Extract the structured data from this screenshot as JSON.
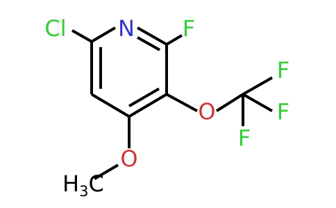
{
  "molecule": {
    "atoms": {
      "n": {
        "label": "N",
        "color": "#3333cc"
      },
      "f_ring": {
        "label": "F",
        "color": "#33cc33"
      },
      "cl": {
        "label": "Cl",
        "color": "#33cc33"
      },
      "o_ether": {
        "label": "O",
        "color": "#cc3333"
      },
      "f1": {
        "label": "F",
        "color": "#33cc33"
      },
      "f2": {
        "label": "F",
        "color": "#33cc33"
      },
      "f3": {
        "label": "F",
        "color": "#33cc33"
      },
      "o_methoxy": {
        "label": "O",
        "color": "#cc3333"
      },
      "methyl": {
        "h": "H",
        "sub": "3",
        "c": "C",
        "color": "#000000"
      }
    },
    "bond_color": "#000000"
  }
}
